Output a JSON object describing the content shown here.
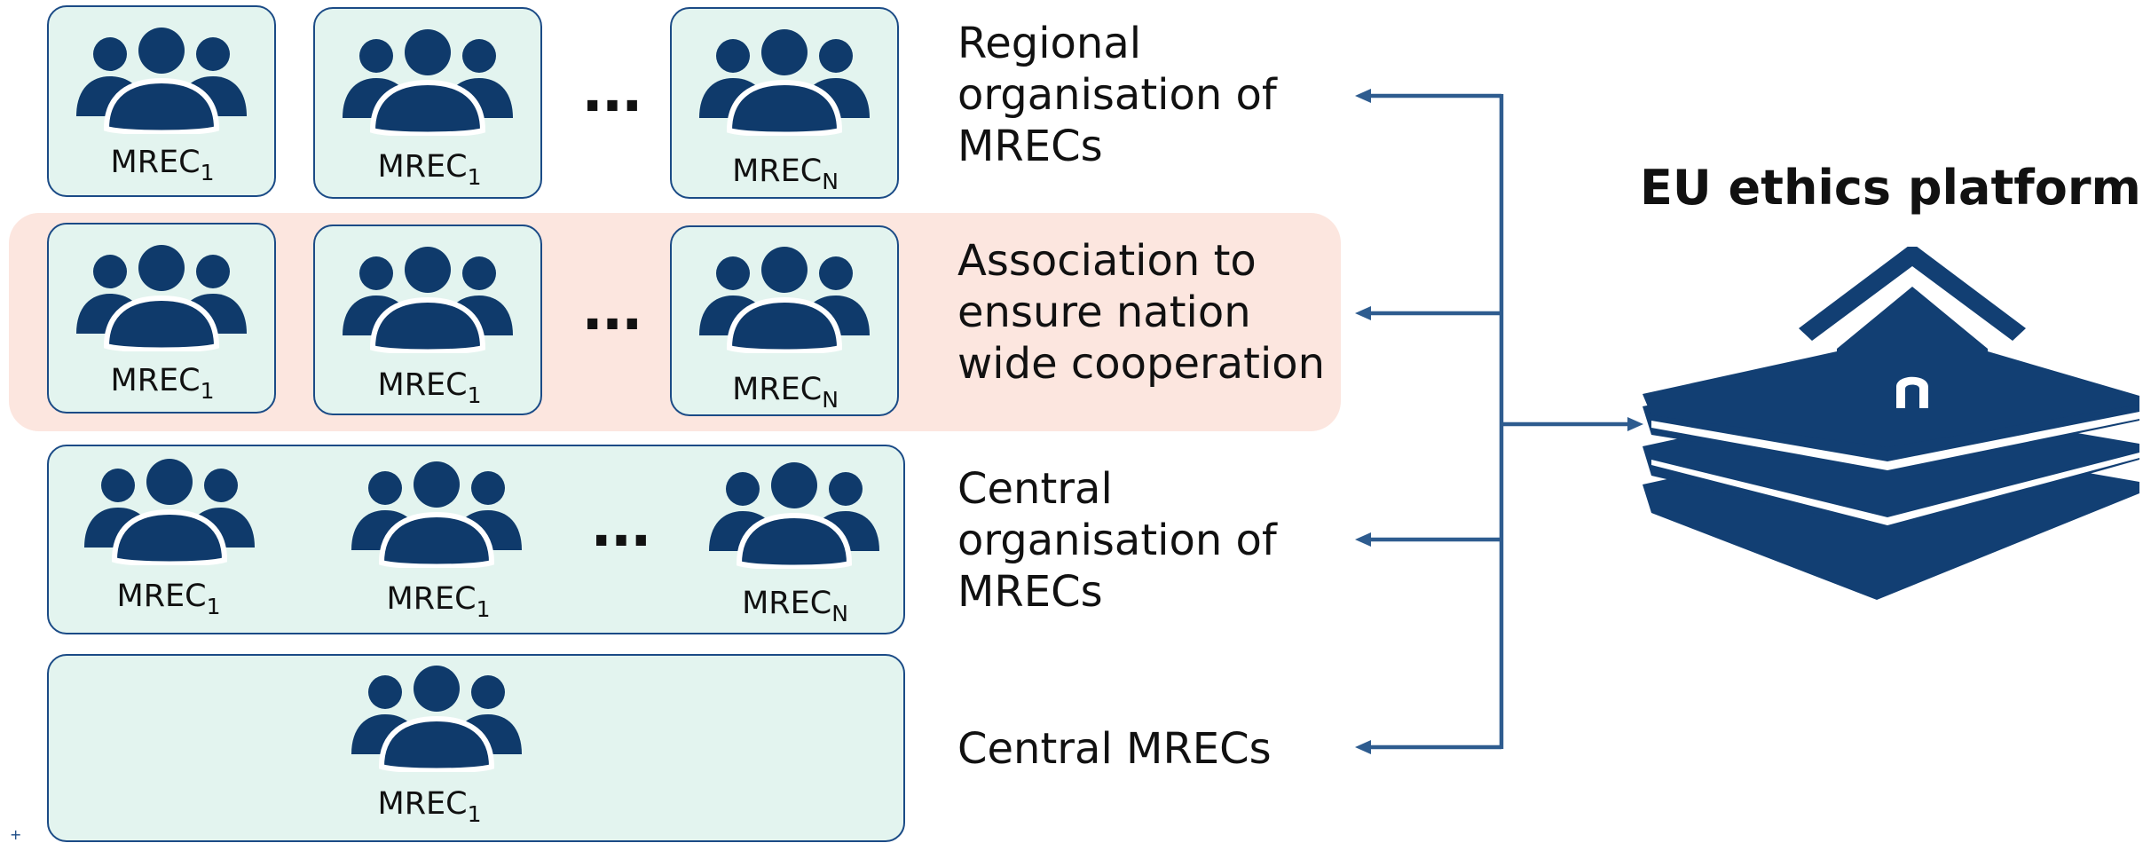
{
  "diagram": {
    "platform_title": "EU ethics platform",
    "platform_icon": "layered-platform-house-icon",
    "colors": {
      "icon": "#0f3a6b",
      "box_border": "#1b4b86",
      "box_fill": "#e3f4ef",
      "highlight_fill": "#fce6df",
      "arrow": "#2e5c8f"
    },
    "rows": [
      {
        "label": "Regional\norganisation of\nMRECs",
        "ellipsis": "...",
        "members": [
          {
            "name": "MREC",
            "sub": "1"
          },
          {
            "name": "MREC",
            "sub": "1"
          },
          {
            "name": "MREC",
            "sub": "N"
          }
        ]
      },
      {
        "label": "Association to\nensure nation\nwide cooperation",
        "ellipsis": "...",
        "members": [
          {
            "name": "MREC",
            "sub": "1"
          },
          {
            "name": "MREC",
            "sub": "1"
          },
          {
            "name": "MREC",
            "sub": "N"
          }
        ]
      },
      {
        "label": "Central\norganisation of\nMRECs",
        "ellipsis": "...",
        "members": [
          {
            "name": "MREC",
            "sub": "1"
          },
          {
            "name": "MREC",
            "sub": "1"
          },
          {
            "name": "MREC",
            "sub": "N"
          }
        ]
      },
      {
        "label": "Central MRECs",
        "members": [
          {
            "name": "MREC",
            "sub": "1"
          }
        ]
      }
    ],
    "corner_mark": "+"
  }
}
